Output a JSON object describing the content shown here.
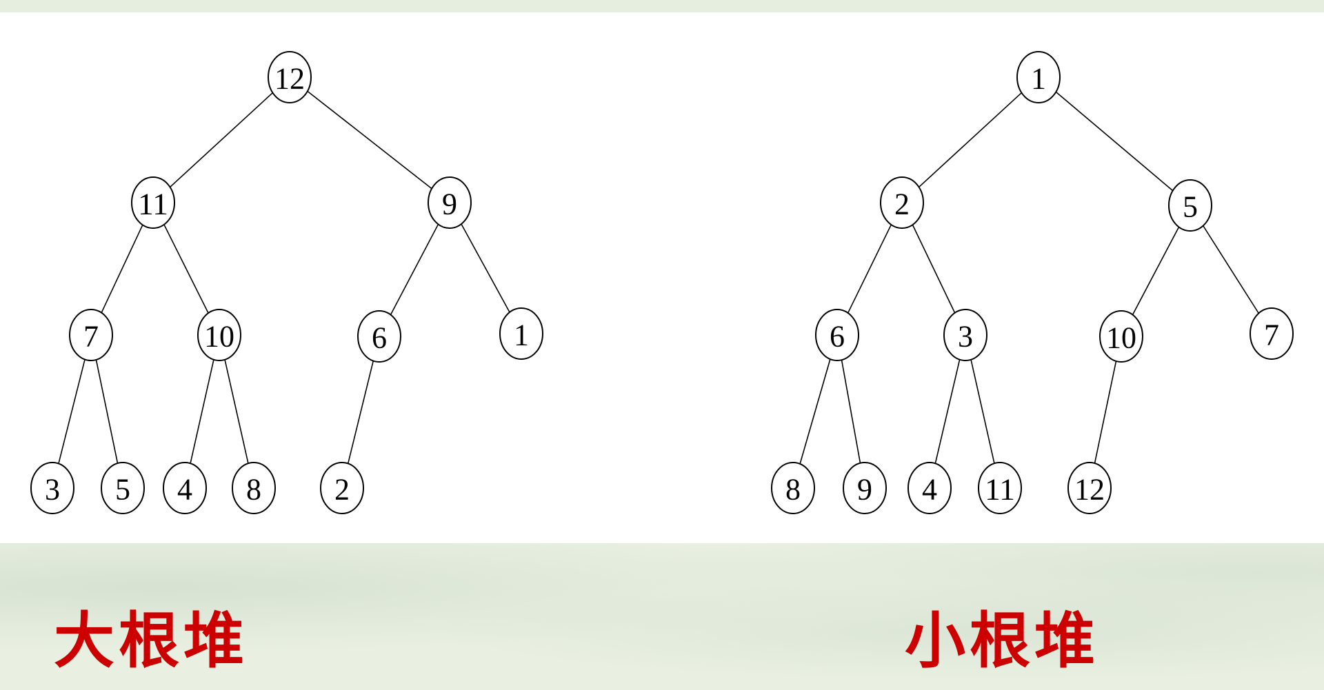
{
  "max_heap": {
    "caption": "大根堆",
    "nodes": [
      {
        "id": "a12",
        "label": "12"
      },
      {
        "id": "a11",
        "label": "11"
      },
      {
        "id": "a9",
        "label": "9"
      },
      {
        "id": "a7",
        "label": "7"
      },
      {
        "id": "a10",
        "label": "10"
      },
      {
        "id": "a6",
        "label": "6"
      },
      {
        "id": "a1",
        "label": "1"
      },
      {
        "id": "a3",
        "label": "3"
      },
      {
        "id": "a5",
        "label": "5"
      },
      {
        "id": "a4",
        "label": "4"
      },
      {
        "id": "a8",
        "label": "8"
      },
      {
        "id": "a2",
        "label": "2"
      }
    ],
    "edges": [
      [
        "a12",
        "a11"
      ],
      [
        "a12",
        "a9"
      ],
      [
        "a11",
        "a7"
      ],
      [
        "a11",
        "a10"
      ],
      [
        "a9",
        "a6"
      ],
      [
        "a9",
        "a1"
      ],
      [
        "a7",
        "a3"
      ],
      [
        "a7",
        "a5"
      ],
      [
        "a10",
        "a4"
      ],
      [
        "a10",
        "a8"
      ],
      [
        "a6",
        "a2"
      ]
    ]
  },
  "min_heap": {
    "caption": "小根堆",
    "nodes": [
      {
        "id": "b1",
        "label": "1"
      },
      {
        "id": "b2",
        "label": "2"
      },
      {
        "id": "b5",
        "label": "5"
      },
      {
        "id": "b6",
        "label": "6"
      },
      {
        "id": "b3",
        "label": "3"
      },
      {
        "id": "b10",
        "label": "10"
      },
      {
        "id": "b7",
        "label": "7"
      },
      {
        "id": "b8",
        "label": "8"
      },
      {
        "id": "b9",
        "label": "9"
      },
      {
        "id": "b4",
        "label": "4"
      },
      {
        "id": "b11",
        "label": "11"
      },
      {
        "id": "b12",
        "label": "12"
      }
    ],
    "edges": [
      [
        "b1",
        "b2"
      ],
      [
        "b1",
        "b5"
      ],
      [
        "b2",
        "b6"
      ],
      [
        "b2",
        "b3"
      ],
      [
        "b5",
        "b10"
      ],
      [
        "b5",
        "b7"
      ],
      [
        "b6",
        "b8"
      ],
      [
        "b6",
        "b9"
      ],
      [
        "b3",
        "b4"
      ],
      [
        "b3",
        "b11"
      ],
      [
        "b10",
        "b12"
      ]
    ]
  },
  "colors": {
    "caption": "#cc0000",
    "node_stroke": "#000000",
    "edge": "#000000"
  }
}
